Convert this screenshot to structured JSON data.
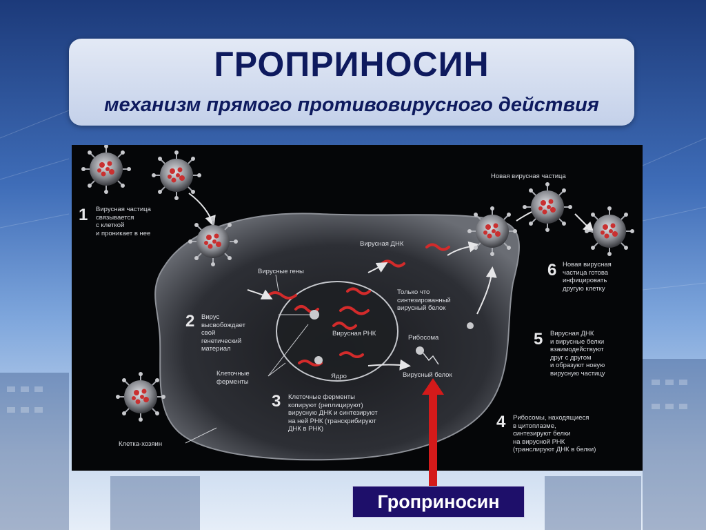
{
  "title": "ГРОПРИНОСИН",
  "subtitle": "механизм прямого противовирусного действия",
  "drug_label": "Гроприносин",
  "colors": {
    "title": "#0e1a5e",
    "drug_box": "#1e0f6a",
    "arrow": "#d41a1a",
    "virus": "#c93030"
  },
  "diagram": {
    "labels": {
      "new_particle": "Новая вирусная частица",
      "step1": "Вирусная частица\nсвязывается\nс клеткой\nи проникает в нее",
      "viral_genes": "Вирусные гены",
      "viral_dna": "Вирусная ДНК",
      "new_protein": "Только что\nсинтезированный\nвирусный белок",
      "step2": "Вирус\nвысвобождает\nсвой\nгенетический\nматериал",
      "viral_rna": "Вирусная РНК",
      "ribosome": "Рибосома",
      "cell_enzymes": "Клеточные\nферменты",
      "nucleus": "Ядро",
      "viral_protein": "Вирусный белок",
      "step3": "Клеточные ферменты\nкопируют (реплицируют)\nвирусную ДНК и синтезируют\nна ней РНК (транскрибируют\nДНК в РНК)",
      "host_cell": "Клетка-хозяин",
      "step6": "Новая вирусная\nчастица готова\nинфицировать\nдругую клетку",
      "step5": "Вирусная ДНК\nи вирусные белки\nвзаимодействуют\nдруг с другом\nи образуют новую\nвирусную частицу",
      "step4": "Рибосомы, находящиеся\nв цитоплазме,\nсинтезируют белки\nна вирусной РНК\n(транслируют ДНК в белки)"
    },
    "numbers": [
      "1",
      "2",
      "3",
      "4",
      "5",
      "6"
    ]
  }
}
